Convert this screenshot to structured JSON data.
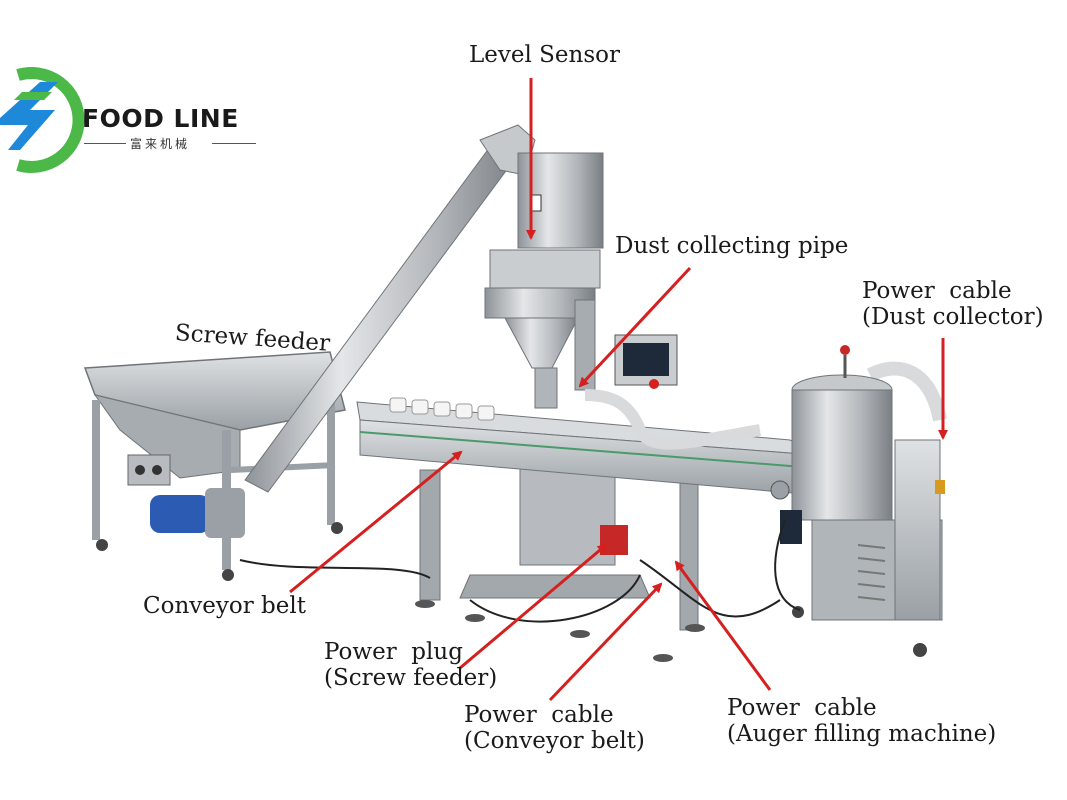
{
  "brand": {
    "name": "FOOD LINE",
    "subtitle": "富来机械",
    "colors": {
      "green": "#4cb848",
      "blue": "#1e88d9"
    }
  },
  "labels": {
    "level_sensor": "Level Sensor",
    "dust_pipe": "Dust collecting pipe",
    "power_cable_dust_1": "Power  cable",
    "power_cable_dust_2": "(Dust collector)",
    "screw_feeder": "Screw feeder",
    "conveyor_belt": "Conveyor belt",
    "power_plug_1": "Power  plug",
    "power_plug_2": "(Screw feeder)",
    "power_cable_conv_1": "Power  cable",
    "power_cable_conv_2": "(Conveyor belt)",
    "power_cable_auger_1": "Power  cable",
    "power_cable_auger_2": "(Auger filling machine)"
  },
  "colors": {
    "arrow": "#d62020",
    "steel": "#b8bcc0",
    "steel_dark": "#7d8288"
  }
}
